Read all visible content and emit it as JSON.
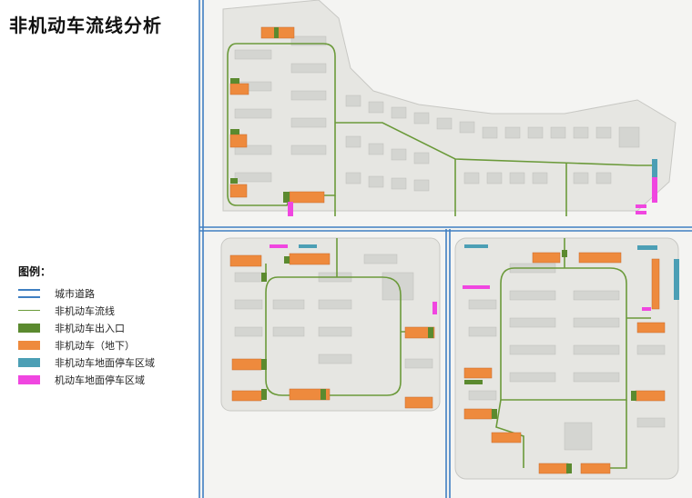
{
  "title": "非机动车流线分析",
  "legend": {
    "heading": "图例：",
    "items": [
      {
        "label": "城市道路",
        "symbol": "road",
        "color": "#3f7fc2"
      },
      {
        "label": "非机动车流线",
        "symbol": "flow",
        "color": "#6b9a3a"
      },
      {
        "label": "非机动车出入口",
        "symbol": "box",
        "color": "#5b8a2f"
      },
      {
        "label": "非机动车（地下）",
        "symbol": "box",
        "color": "#ee8a3d"
      },
      {
        "label": "非机动车地面停车区域",
        "symbol": "box",
        "color": "#4c9fb5"
      },
      {
        "label": "机动车地面停车区域",
        "symbol": "box",
        "color": "#f046e0"
      }
    ]
  },
  "colors": {
    "road": "#3f7fc2",
    "flow": "#6b9a3a",
    "entrance": "#5b8a2f",
    "underground_parking": "#ee8a3d",
    "surface_bike_parking": "#4c9fb5",
    "car_parking": "#f046e0",
    "site": "#e8e8e4",
    "building": "#d9dad6"
  }
}
